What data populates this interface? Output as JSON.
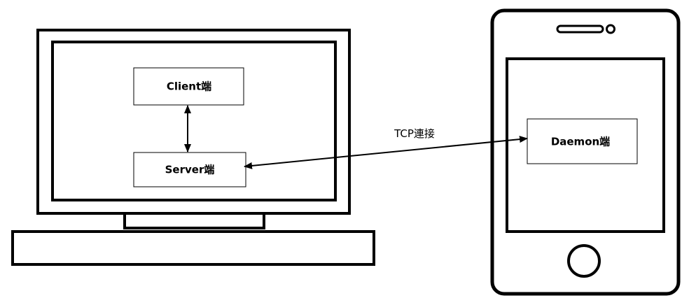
{
  "nodes": {
    "client": "Client端",
    "server": "Server端",
    "daemon": "Daemon端"
  },
  "edges": {
    "tcp": "TCP連接"
  },
  "colors": {
    "stroke": "#000000",
    "background": "#ffffff"
  }
}
